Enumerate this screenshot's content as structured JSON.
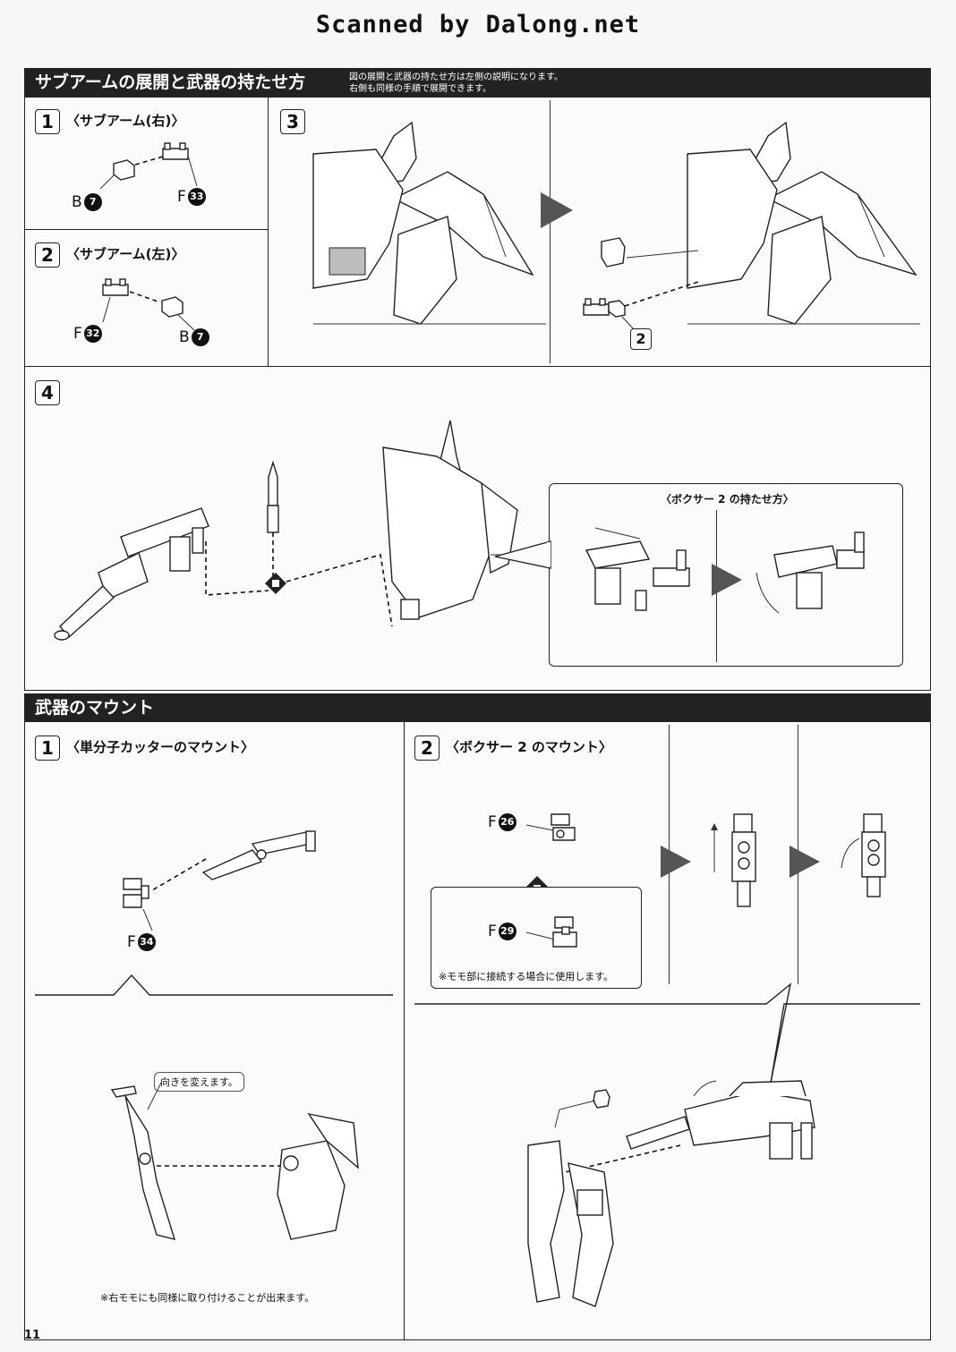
{
  "scan_credit": "Scanned by Dalong.net",
  "section1": {
    "title": "サブアームの展開と武器の持たせ方",
    "note_line1": "図の展開と武器の持たせ方は左側の説明になります。",
    "note_line2": "右側も同様の手順で展開できます。",
    "step1": {
      "number": "1",
      "label": "〈サブアーム(右)〉",
      "part_b": "B",
      "part_b_num": "7",
      "part_f": "F",
      "part_f_num": "33"
    },
    "step2": {
      "number": "2",
      "label": "〈サブアーム(左)〉",
      "part_f": "F",
      "part_f_num": "32",
      "part_b": "B",
      "part_b_num": "7"
    },
    "step3": {
      "number": "3",
      "ref_step": "2"
    },
    "step4": {
      "number": "4",
      "inset_title": "〈ボクサー 2 の持たせ方〉"
    }
  },
  "section2": {
    "title": "武器のマウント",
    "step1": {
      "number": "1",
      "label": "〈単分子カッターのマウント〉",
      "part_f": "F",
      "part_f_num": "34",
      "callout": "向きを変えます。",
      "note": "※右モモにも同様に取り付けることが出来ます。"
    },
    "step2": {
      "number": "2",
      "label": "〈ボクサー 2 のマウント〉",
      "part_f_a": "F",
      "part_f_a_num": "26",
      "part_f_b": "F",
      "part_f_b_num": "29",
      "note": "※モモ部に接続する場合に使用します。"
    }
  },
  "page_number": "11"
}
